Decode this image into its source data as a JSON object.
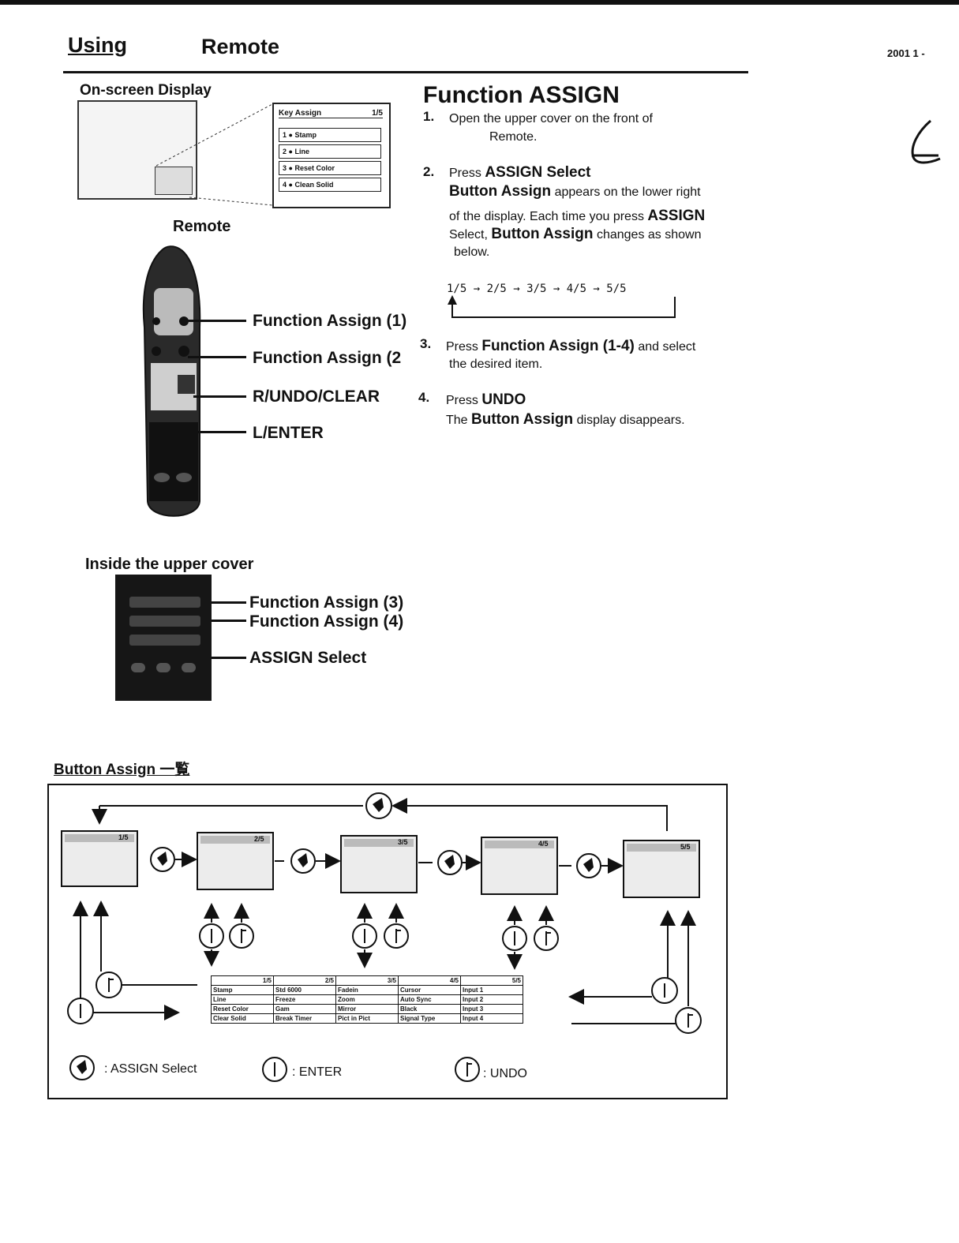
{
  "header": {
    "title_left": "Using",
    "title_right": "Remote",
    "page_code": "2001 1 -"
  },
  "osd": {
    "title": "On-screen Display",
    "box_header": "Key Assign",
    "box_page": "1/5",
    "rows": [
      {
        "num": "1",
        "label": "Stamp"
      },
      {
        "num": "2",
        "label": "Line"
      },
      {
        "num": "3",
        "label": "Reset Color"
      },
      {
        "num": "4",
        "label": "Clean Solid"
      }
    ]
  },
  "remote": {
    "label": "Remote",
    "callouts": [
      "Function Assign (1)",
      "Function Assign (2",
      "R/UNDO/CLEAR",
      "L/ENTER"
    ]
  },
  "function_assign": {
    "title": "Function ASSIGN",
    "step1_num": "1.",
    "step1_a": "Open the upper cover on the front of",
    "step1_b": "Remote.",
    "step2_num": "2.",
    "step2_press": "Press",
    "step2_bold": "ASSIGN Select",
    "step2_line2_bold": "Button Assign",
    "step2_line2": "appears on the lower right",
    "step2_line3": "of the display. Each time you press",
    "step2_line3_bold": "ASSIGN",
    "step2_line4a": "Select,",
    "step2_line4_bold": "Button Assign",
    "step2_line4b": "changes as shown",
    "step2_line5": "below.",
    "sequence": "1/5 → 2/5 → 3/5 → 4/5 → 5/5",
    "step3_num": "3.",
    "step3_press": "Press",
    "step3_bold": "Function Assign (1-4)",
    "step3_tail": "and select",
    "step3_line2": "the desired item.",
    "step4_num": "4.",
    "step4_press": "Press",
    "step4_bold": "UNDO",
    "step4_line2a": "The",
    "step4_line2_bold": "Button Assign",
    "step4_line2b": "display disappears."
  },
  "cover": {
    "title": "Inside the upper cover",
    "callouts": [
      "Function Assign (3)",
      "Function Assign (4)",
      "ASSIGN Select"
    ]
  },
  "button_assign": {
    "title": "Button Assign 一覧",
    "screens": [
      "1/5",
      "2/5",
      "3/5",
      "4/5",
      "5/5"
    ],
    "legend": [
      {
        "icon": "assign-select-icon",
        "label": ": ASSIGN Select"
      },
      {
        "icon": "enter-icon",
        "label": ": ENTER"
      },
      {
        "icon": "undo-icon",
        "label": ": UNDO"
      }
    ],
    "table_headers": [
      "1/5",
      "2/5",
      "3/5",
      "4/5",
      "5/5"
    ],
    "table_rows": [
      [
        "Stamp",
        "Std 6000",
        "Fadein",
        "Cursor",
        "Input 1"
      ],
      [
        "Line",
        "Freeze",
        "Zoom",
        "Auto Sync",
        "Input 2"
      ],
      [
        "Reset Color",
        "Gam",
        "Mirror",
        "Black",
        "Input 3"
      ],
      [
        "Clear Solid",
        "Break Timer",
        "Pict in Pict",
        "Signal Type",
        "Input 4"
      ]
    ]
  },
  "colors": {
    "ink": "#111111",
    "paper": "#ffffff"
  }
}
